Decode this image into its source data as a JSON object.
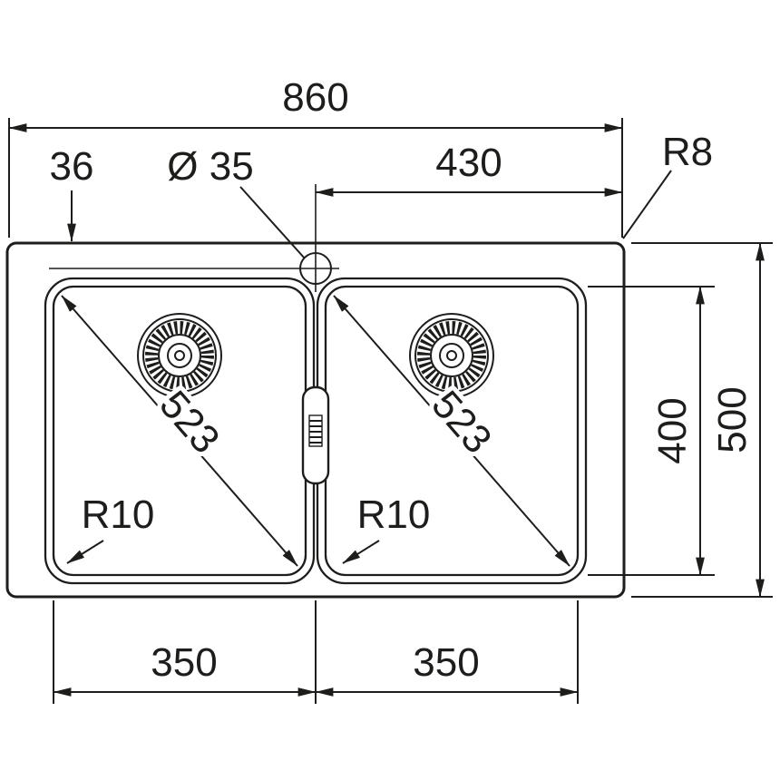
{
  "drawing": {
    "type": "technical-dimension-drawing",
    "subject": "double-bowl inset kitchen sink, top view",
    "labels": {
      "overall_width": "860",
      "center_to_edge": "430",
      "tap_hole_offset": "36",
      "tap_hole_diameter": "Ø 35",
      "outer_corner_radius": "R8",
      "bowl_diagonal_left": "523",
      "bowl_diagonal_right": "523",
      "bowl_corner_radius_left": "R10",
      "bowl_corner_radius_right": "R10",
      "bowl_front_to_back": "400",
      "overall_depth": "500",
      "bowl_width_left": "350",
      "bowl_width_right": "350"
    },
    "colors": {
      "line": "#1d1d1b",
      "background": "#ffffff"
    }
  }
}
